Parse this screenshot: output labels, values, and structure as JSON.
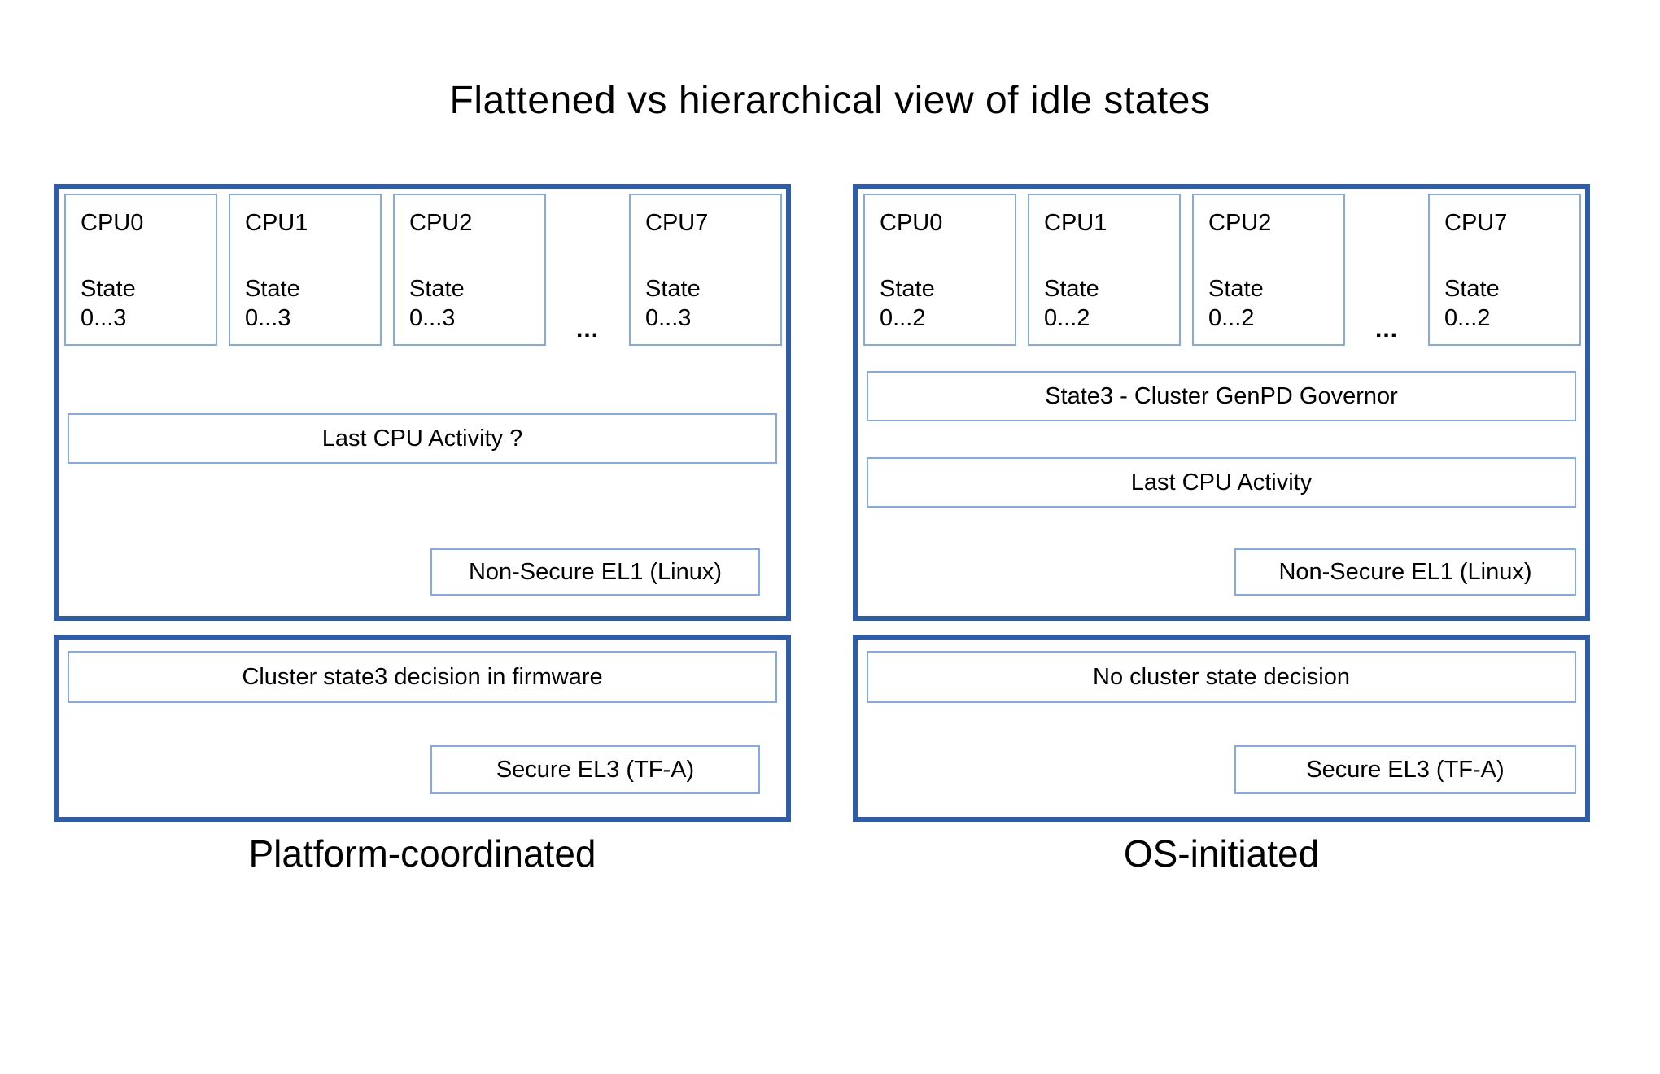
{
  "title": "Flattened vs hierarchical view of idle states",
  "colors": {
    "panel_border": "#2d5ca8",
    "box_border": "#84a9e8",
    "background": "#ffffff",
    "text": "#000000"
  },
  "left": {
    "label": "Platform-coordinated",
    "ellipsis": "...",
    "cpus": [
      {
        "name": "CPU0",
        "state_label": "State",
        "state_range": "0...3"
      },
      {
        "name": "CPU1",
        "state_label": "State",
        "state_range": "0...3"
      },
      {
        "name": "CPU2",
        "state_label": "State",
        "state_range": "0...3"
      },
      {
        "name": "CPU7",
        "state_label": "State",
        "state_range": "0...3"
      }
    ],
    "activity": "Last CPU Activity ?",
    "el1": "Non-Secure EL1 (Linux)",
    "cluster_decision": "Cluster state3 decision in firmware",
    "el3": "Secure EL3 (TF-A)"
  },
  "right": {
    "label": "OS-initiated",
    "ellipsis": "...",
    "cpus": [
      {
        "name": "CPU0",
        "state_label": "State",
        "state_range": "0...2"
      },
      {
        "name": "CPU1",
        "state_label": "State",
        "state_range": "0...2"
      },
      {
        "name": "CPU2",
        "state_label": "State",
        "state_range": "0...2"
      },
      {
        "name": "CPU7",
        "state_label": "State",
        "state_range": "0...2"
      }
    ],
    "governor": "State3 - Cluster GenPD Governor",
    "activity": "Last CPU Activity",
    "el1": "Non-Secure EL1 (Linux)",
    "cluster_decision": "No cluster state decision",
    "el3": "Secure EL3 (TF-A)"
  }
}
